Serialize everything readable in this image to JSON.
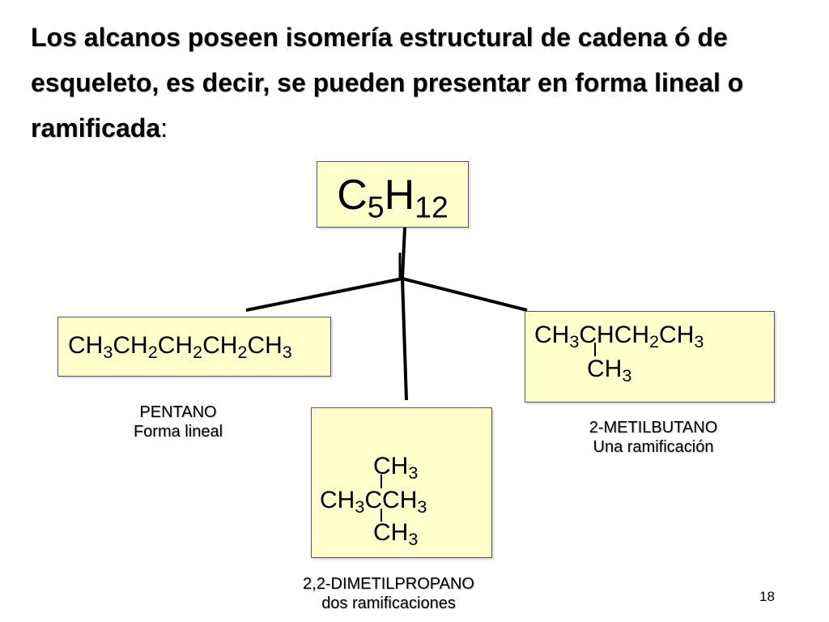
{
  "intro": {
    "text": "Los alcanos poseen isomería estructural de cadena ó  de esqueleto, es decir, se pueden presentar en forma lineal o ramificada",
    "colon": ":"
  },
  "formula": {
    "el1": "C",
    "n1": "5",
    "el2": "H",
    "n2": "12"
  },
  "pentano": {
    "formula": [
      "CH",
      "3",
      "CH",
      "2",
      "CH",
      "2",
      "CH",
      "2",
      "CH",
      "3"
    ],
    "name": "PENTANO",
    "description": "Forma lineal"
  },
  "metilbutano": {
    "line1": [
      "CH",
      "3",
      "CHCH",
      "2",
      "CH",
      "3"
    ],
    "line2": [
      "CH",
      "3"
    ],
    "name": "2-METILBUTANO",
    "description": "Una ramificación"
  },
  "dimetilpropano": {
    "line1": [
      "CH",
      "3"
    ],
    "line2": [
      "CH",
      "3",
      "CCH",
      "3"
    ],
    "line3": [
      "CH",
      "3"
    ],
    "name": "2,2-DIMETILPROPANO",
    "description": "dos ramificaciones"
  },
  "page_number": "18"
}
